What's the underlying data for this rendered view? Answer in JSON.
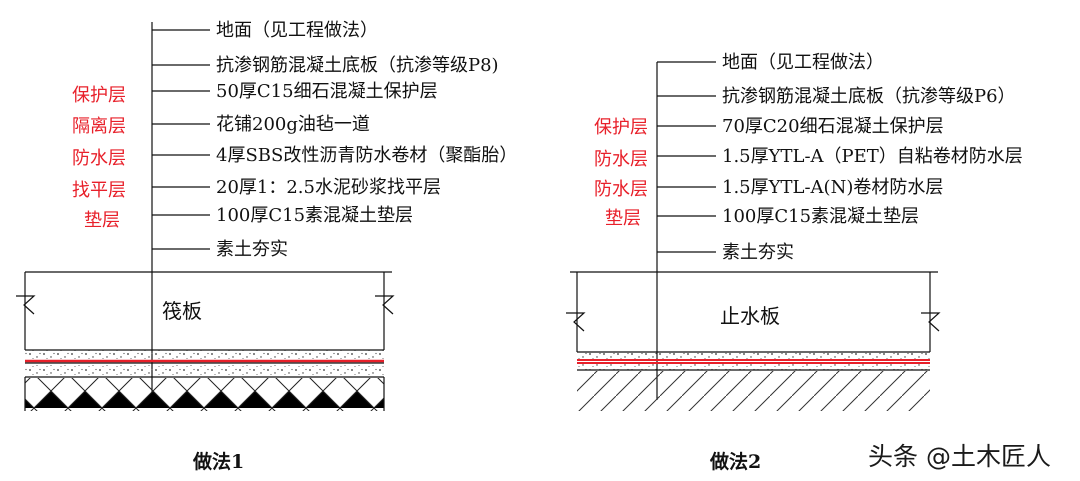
{
  "left": {
    "labels": [
      "地面（见工程做法）",
      "抗渗钢筋混凝土底板（抗渗等级P8)",
      "50厚C15细石混凝土保护层",
      "花铺200g油毡一道",
      "4厚SBS改性沥青防水卷材（聚酯胎）",
      "20厚1：2.5水泥砂浆找平层",
      "100厚C15素混凝土垫层",
      "素土夯实"
    ],
    "red_labels": [
      "保护层",
      "隔离层",
      "防水层",
      "找平层",
      "垫层"
    ],
    "slab": "筏板",
    "caption": "做法1"
  },
  "right": {
    "labels": [
      "地面（见工程做法）",
      "抗渗钢筋混凝土底板（抗渗等级P6）",
      "70厚C20细石混凝土保护层",
      "1.5厚YTL-A（PET）自粘卷材防水层",
      "1.5厚YTL-A(N)卷材防水层",
      "100厚C15素混凝土垫层",
      "素土夯实"
    ],
    "red_labels": [
      "保护层",
      "防水层",
      "防水层",
      "垫层"
    ],
    "slab": "止水板",
    "caption": "做法2"
  },
  "watermark": "头条 @土木匠人",
  "colors": {
    "red": "#e8202a",
    "line": "#111111"
  }
}
